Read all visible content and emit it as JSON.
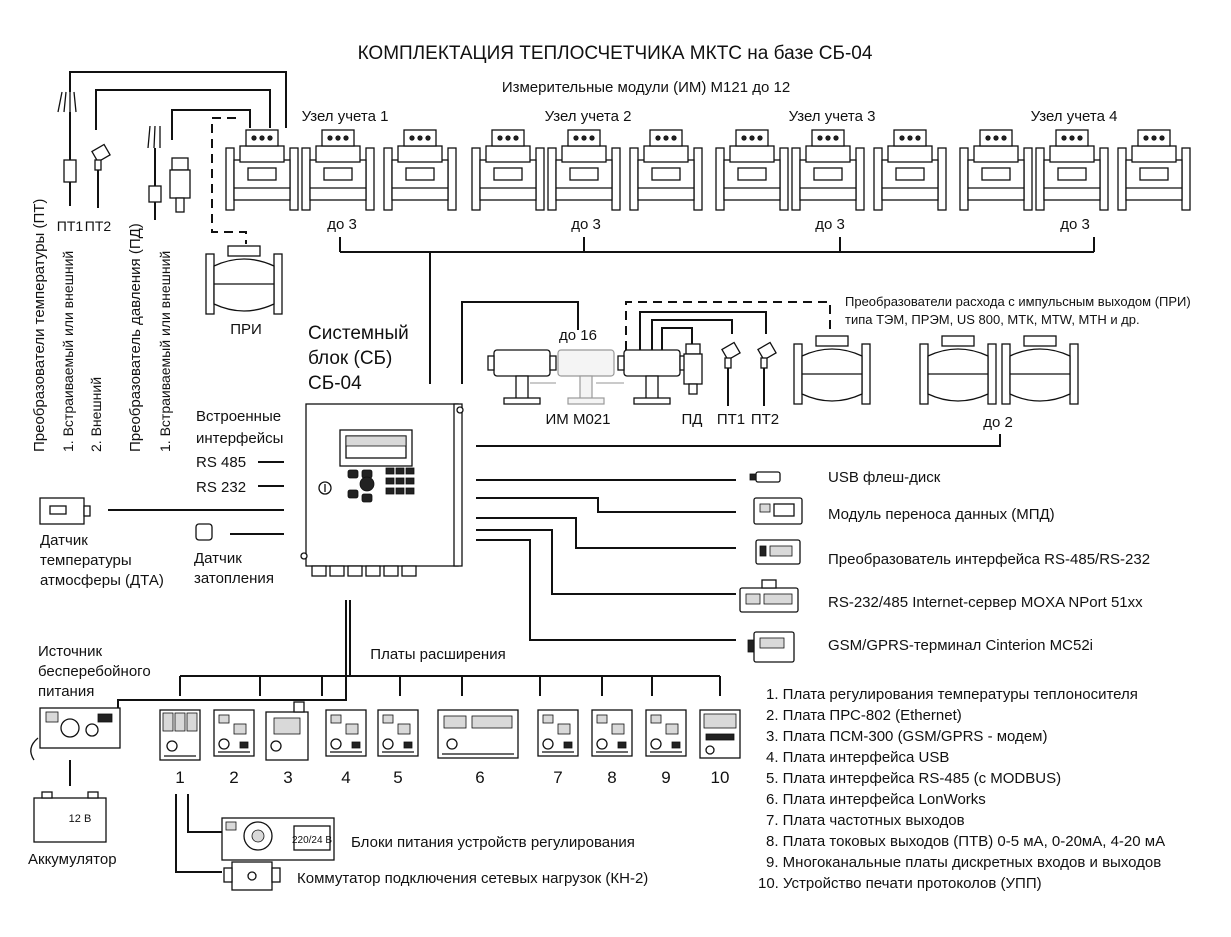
{
  "title": "КОМПЛЕКТАЦИЯ  ТЕПЛОСЧЕТЧИКА  МКТС  на базе  СБ-04",
  "measuring_modules": "Измерительные модули (ИМ) М121  до 12",
  "nodes": [
    "Узел учета 1",
    "Узел учета 2",
    "Узел учета 3",
    "Узел учета 4"
  ],
  "up_to_3": "до 3",
  "up_to_16": "до 16",
  "up_to_2": "до 2",
  "sensors_temp": {
    "group": "Преобразователи  температуры  (ПТ)",
    "opt1": "1. Встраиваемый или внешний",
    "opt2": "2. Внешний",
    "pt1": "ПТ1",
    "pt2": "ПТ2"
  },
  "sensors_pressure": {
    "group": "Преобразователь  давления  (ПД)",
    "opt1": "1. Встраиваемый или внешний"
  },
  "pri": "ПРИ",
  "system_block": [
    "Системный",
    "блок (СБ)",
    "СБ-04"
  ],
  "im_m021": "ИМ  М021",
  "pd": "ПД",
  "pt1": "ПТ1",
  "pt2": "ПТ2",
  "pulse_converters": [
    "Преобразователи расхода с импульсным выходом (ПРИ)",
    "типа ТЭМ, ПРЭМ, US 800, МТК, MTW, МТН и др."
  ],
  "interfaces": {
    "title": [
      "Встроенные",
      "интерфейсы"
    ],
    "rs485": "RS 485",
    "rs232": "RS 232"
  },
  "dta": [
    "Датчик",
    "температуры",
    "атмосферы (ДТА)"
  ],
  "flood": [
    "Датчик",
    "затопления"
  ],
  "ups": [
    "Источник",
    "бесперебойного",
    "питания"
  ],
  "battery": "Аккумулятор",
  "battery_label": "12 В",
  "psu_label": "220/24 В",
  "expansion": "Платы расширения",
  "board_numbers": [
    "1",
    "2",
    "3",
    "4",
    "5",
    "6",
    "7",
    "8",
    "9",
    "10"
  ],
  "power_blocks": "Блоки питания устройств регулирования",
  "kn2": "Коммутатор подключения сетевых нагрузок (КН-2)",
  "peripherals": [
    "USB флеш-диск",
    "Модуль переноса данных (МПД)",
    "Преобразователь интерфейса RS-485/RS-232",
    "RS-232/485 Internet-сервер MOXA NPort 51xx",
    "GSM/GPRS-терминал Cinterion MC52i"
  ],
  "board_list": [
    "1. Плата регулирования температуры теплоносителя",
    "2. Плата ПРС-802 (Ethernet)",
    "3. Плата ПСМ-300 (GSM/GPRS - модем)",
    "4. Плата интерфейса USB",
    "5. Плата интерфейса RS-485 (с MODBUS)",
    "6. Плата интерфейса LonWorks",
    "7. Плата частотных выходов",
    "8. Плата токовых выходов (ПТВ) 0-5 мА, 0-20мА, 4-20 мА",
    "9. Многоканальные платы дискретных входов и выходов",
    "10. Устройство печати протоколов (УПП)"
  ]
}
